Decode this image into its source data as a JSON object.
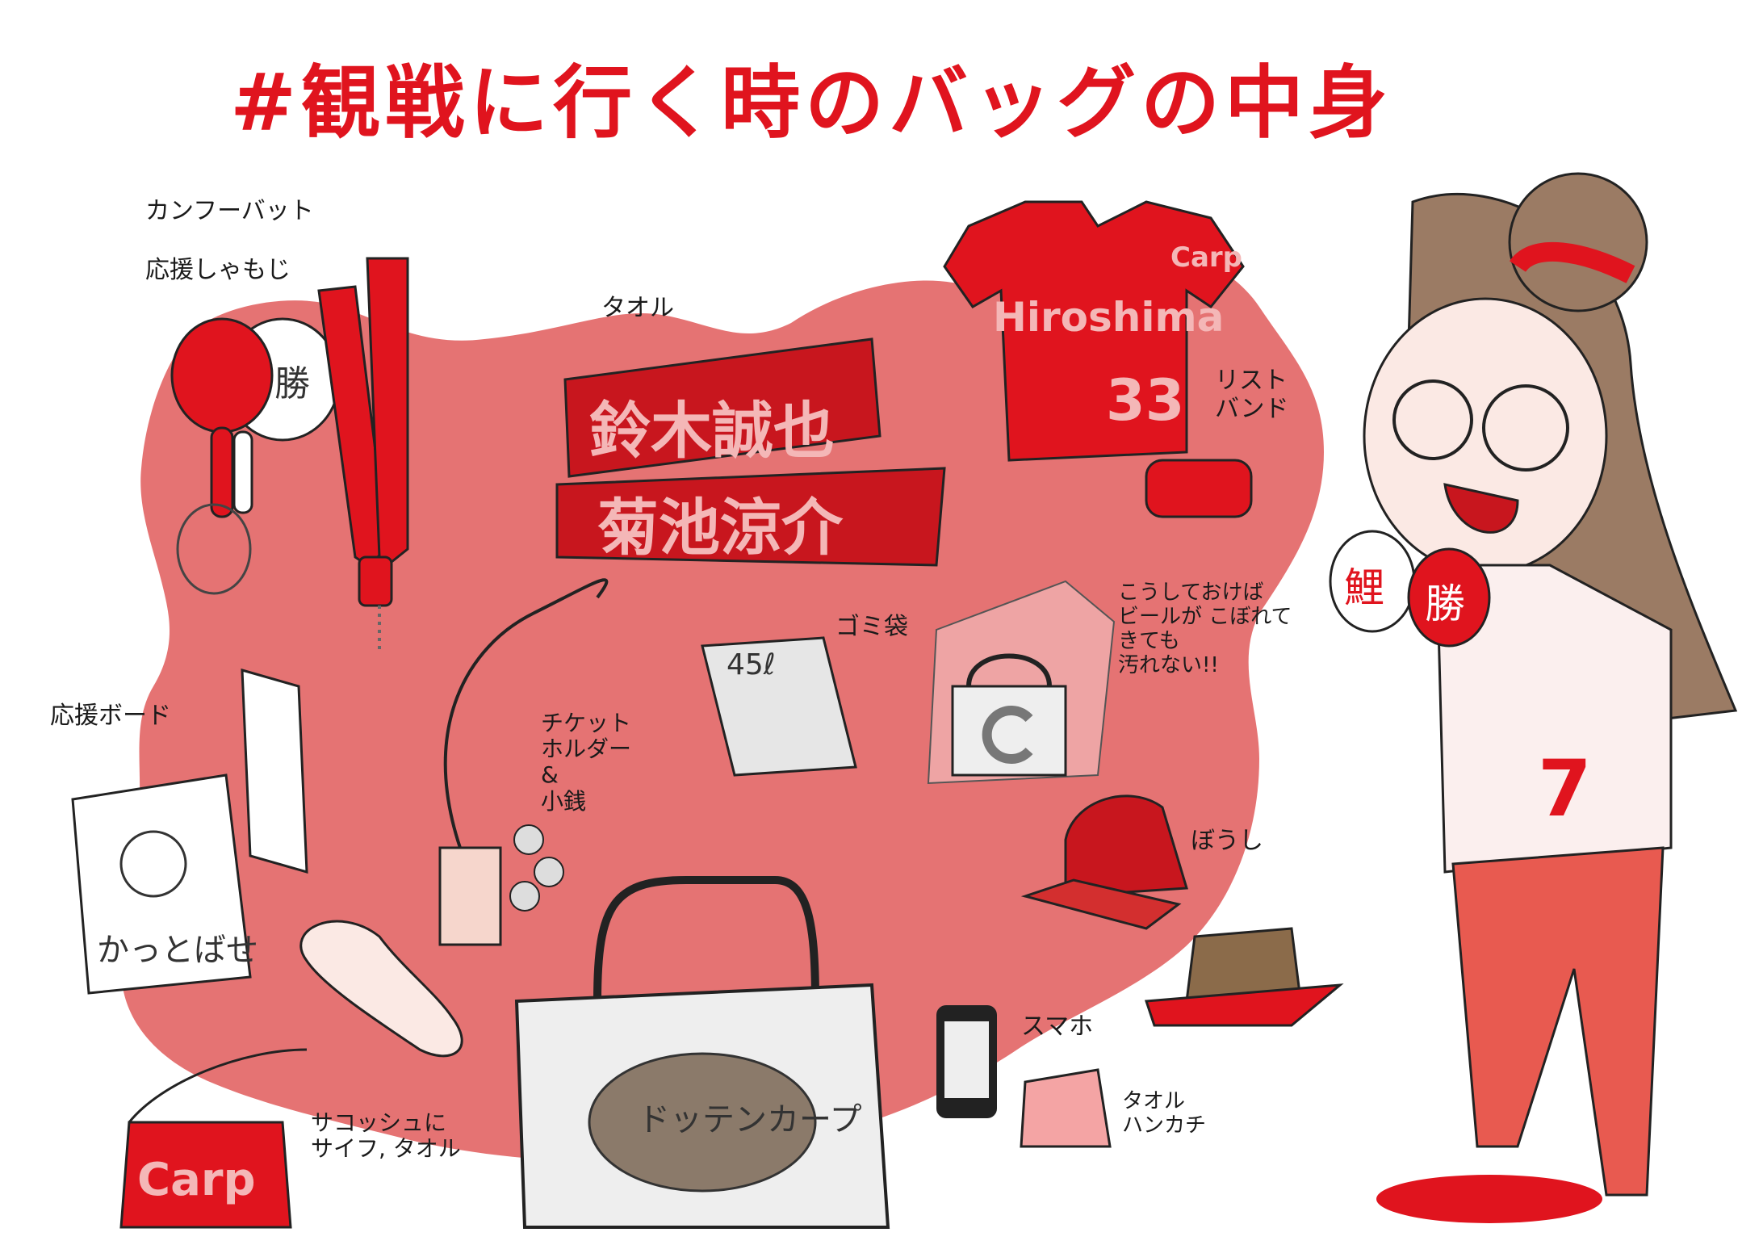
{
  "title": "#観戦に行く時のバッグの中身",
  "labels": {
    "bat": "カンフーバット",
    "shamoji": "応援しゃもじ",
    "towel": "タオル",
    "wristband": "リスト\nバンド",
    "garbage_bag": "ゴミ袋",
    "note": "こうしておけば\nビールが こぼれて\nきても\n汚れない!!",
    "board": "応援ボード",
    "ticket_holder": "チケット\nホルダー\n&\n小銭",
    "cap": "ぼうし",
    "phone": "スマホ",
    "pouch": "サコッシュに\nサイフ, タオル",
    "handkerchief": "タオル\nハンカチ"
  },
  "item_text": {
    "towel_name_1": "鈴木誠也",
    "towel_name_2": "菊池涼介",
    "jersey_name": "Hiroshima",
    "jersey_number": "33",
    "jersey_sleeve": "Carp",
    "bag_size": "45ℓ",
    "board_text": "かっとばせ",
    "tote_text": "ドッテンカープ",
    "pouch_text": "Carp",
    "shamoji_text": "勝",
    "paddle_1": "鯉",
    "paddle_2": "勝",
    "girl_number": "7"
  },
  "colors": {
    "title_red": "#e0141e",
    "blob_pink": "#e57373",
    "carp_red": "#e0141e",
    "skin": "#fbe9e4",
    "hair": "#9b7b64"
  }
}
